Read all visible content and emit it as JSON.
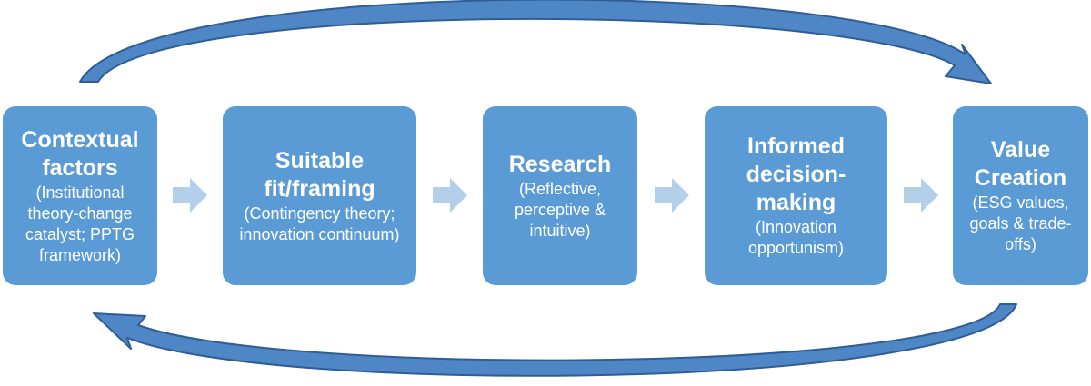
{
  "colors": {
    "box_fill": "#5b9bd5",
    "arrow_fill": "#b4cfe9",
    "loop_fill": "#4f86c6",
    "loop_edge": "#2f5d95",
    "text": "#ffffff"
  },
  "boxes": [
    {
      "title": "Contextual factors",
      "subtitle": "(Institutional theory-change catalyst; PPTG framework)"
    },
    {
      "title": "Suitable fit/framing",
      "subtitle": "(Contingency theory; innovation continuum)"
    },
    {
      "title": "Research",
      "subtitle": "(Reflective, perceptive & intuitive)"
    },
    {
      "title": "Informed decision-making",
      "subtitle": "(Innovation opportunism)"
    },
    {
      "title": "Value Creation",
      "subtitle": "(ESG values, goals & trade-offs)"
    }
  ],
  "connectors": [
    "right-arrow",
    "right-arrow",
    "right-arrow",
    "right-arrow"
  ],
  "loop": {
    "top_arrow": "curved-arrow-right",
    "bottom_arrow": "curved-arrow-left"
  }
}
